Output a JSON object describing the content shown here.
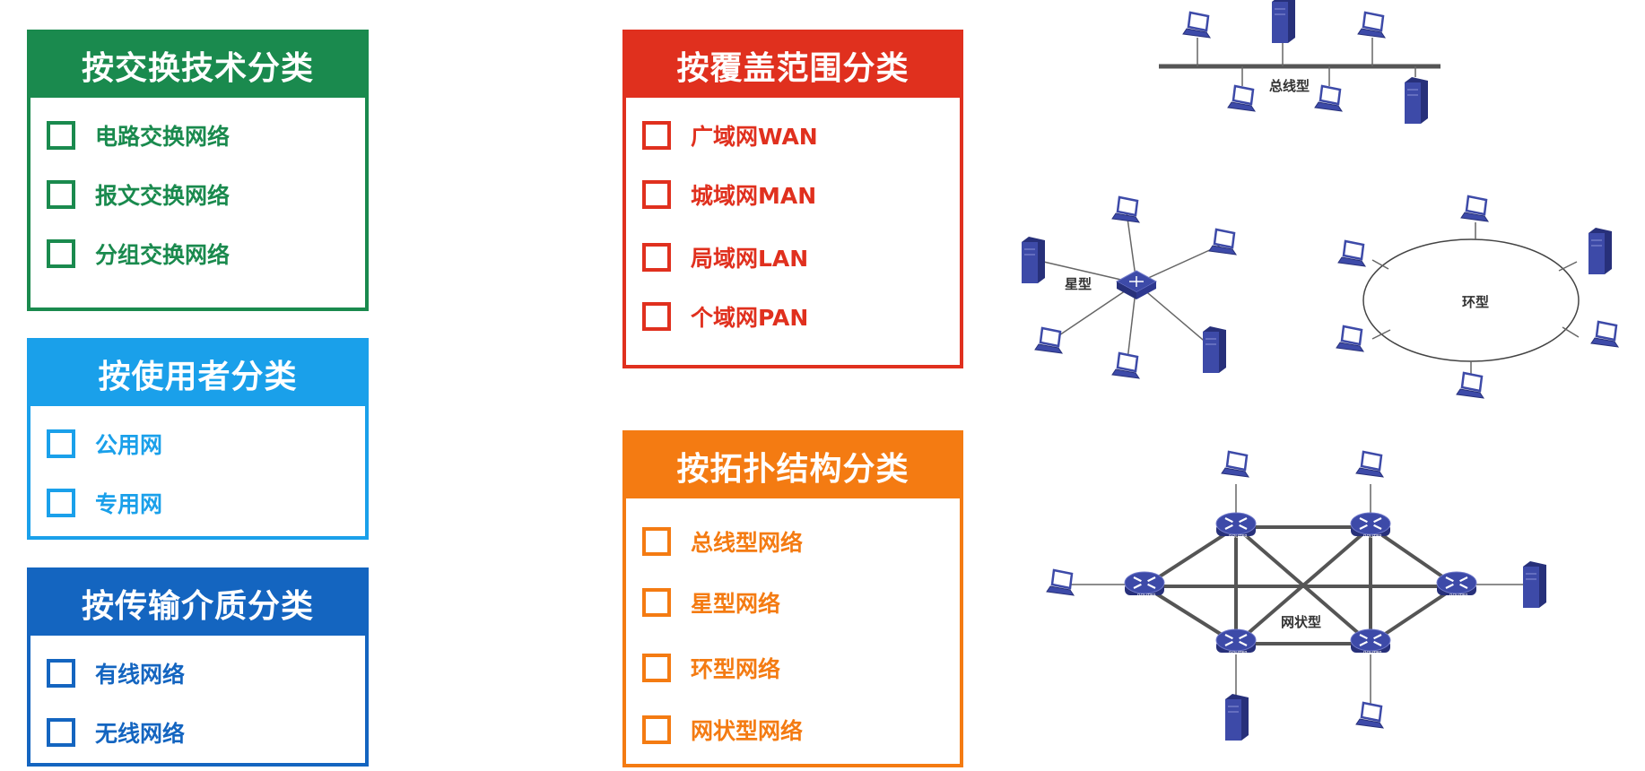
{
  "cards": [
    {
      "key": "switching",
      "title": "按交换技术分类",
      "color": "#1a8a4e",
      "items": [
        "电路交换网络",
        "报文交换网络",
        "分组交换网络"
      ]
    },
    {
      "key": "user",
      "title": "按使用者分类",
      "color": "#1aa0ea",
      "items": [
        "公用网",
        "专用网"
      ]
    },
    {
      "key": "medium",
      "title": "按传输介质分类",
      "color": "#1465c0",
      "items": [
        "有线网络",
        "无线网络"
      ]
    },
    {
      "key": "coverage",
      "title": "按覆盖范围分类",
      "color": "#e0301e",
      "items": [
        "广域网WAN",
        "城域网MAN",
        "局域网LAN",
        "个域网PAN"
      ]
    },
    {
      "key": "topology",
      "title": "按拓扑结构分类",
      "color": "#f47b12",
      "items": [
        "总线型网络",
        "星型网络",
        "环型网络",
        "网状型网络"
      ]
    }
  ],
  "diagrams": {
    "bus_label": "总线型",
    "star_label": "星型",
    "ring_label": "环型",
    "mesh_label": "网状型",
    "router_text": "ROUTER"
  },
  "colors": {
    "device": "#3d4aa8",
    "device_dark": "#27307a",
    "line": "#666666",
    "mesh_line": "#555555"
  }
}
